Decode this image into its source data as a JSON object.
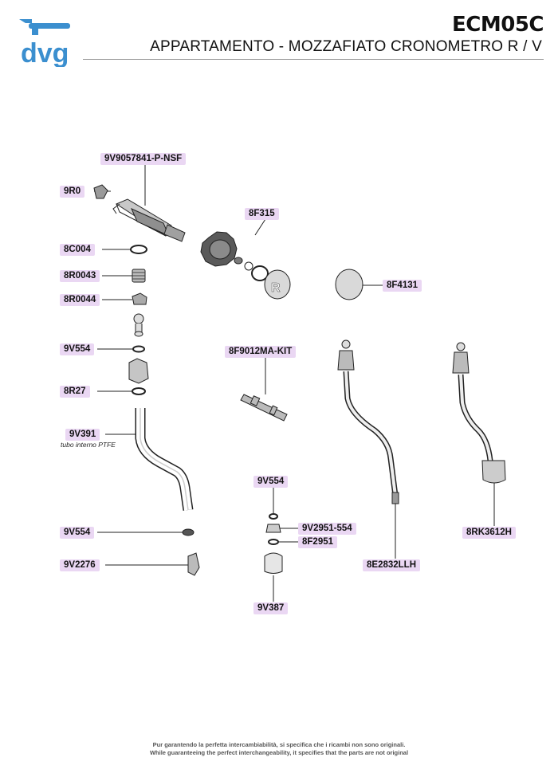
{
  "brand": {
    "logo_text": "dvg",
    "brand_color": "#3b8fcf"
  },
  "header": {
    "model_code": "ECM05C",
    "subtitle": "APPARTAMENTO - MOZZAFIATO CRONOMETRO R / V"
  },
  "parts": [
    {
      "code": "9V9057841-P-NSF"
    },
    {
      "code": "9R0"
    },
    {
      "code": "8F315"
    },
    {
      "code": "8C004"
    },
    {
      "code": "8R0043"
    },
    {
      "code": "8F4131"
    },
    {
      "code": "8R0044"
    },
    {
      "code": "9V554"
    },
    {
      "code": "8F9012MA-KIT"
    },
    {
      "code": "8R27"
    },
    {
      "code": "9V391"
    },
    {
      "code": "9V554"
    },
    {
      "code": "9V554"
    },
    {
      "code": "9V2951-554"
    },
    {
      "code": "8RK3612H"
    },
    {
      "code": "8F2951"
    },
    {
      "code": "9V2276"
    },
    {
      "code": "8E2832LLH"
    },
    {
      "code": "9V387"
    }
  ],
  "notes": {
    "tube_note": "tubo interno PTFE"
  },
  "footer": {
    "line_it": "Pur garantendo la perfetta intercambiabilità, si specifica che i ricambi non sono originali.",
    "line_en": "While guaranteeing the perfect interchangeability, it specifies that the parts are not original"
  },
  "colors": {
    "label_bg": "#ead7f3",
    "line": "#222222"
  }
}
